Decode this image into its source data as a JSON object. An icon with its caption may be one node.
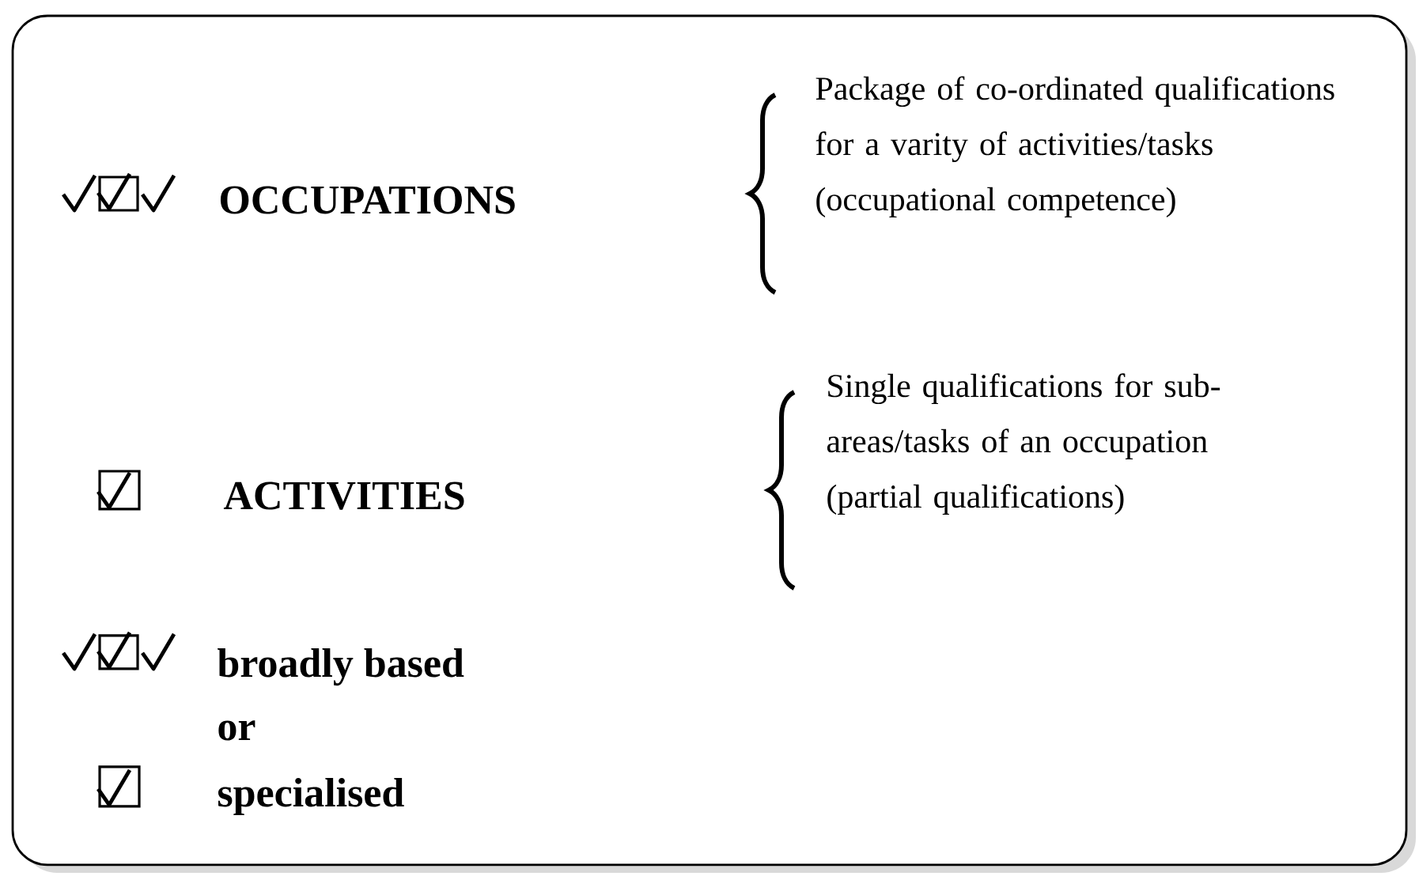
{
  "diagram": {
    "labels": [
      "OCCUPATIONS",
      "Package of co-ordinated qualifications for a varity of activities/tasks (occupational competence)",
      "ACTIVITIES",
      "Single qualifications for sub-areas/tasks of an occupation (partial qualifications)",
      "broadly based",
      "or",
      "specialised"
    ]
  }
}
